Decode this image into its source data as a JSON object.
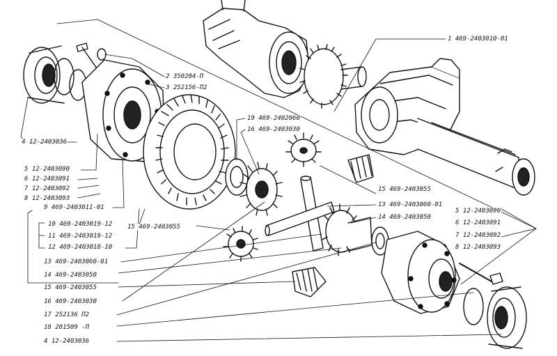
{
  "callouts": [
    {
      "id": "c1",
      "text": "1  469-2403010-01"
    },
    {
      "id": "c2",
      "text": "2  350204-П"
    },
    {
      "id": "c3",
      "text": "3  252156-П2"
    },
    {
      "id": "c4a",
      "text": "4  12-2403036"
    },
    {
      "id": "c5a",
      "text": "5  12-2403090"
    },
    {
      "id": "c6a",
      "text": "6  12-2403091"
    },
    {
      "id": "c7a",
      "text": "7  12-2403092"
    },
    {
      "id": "c8a",
      "text": "8  12-2403093"
    },
    {
      "id": "c9",
      "text": "9  469-2403011-01"
    },
    {
      "id": "c10",
      "text": "10  469-2403019-12"
    },
    {
      "id": "c11",
      "text": "11  469-2403019-12"
    },
    {
      "id": "c12",
      "text": "12  469-2403018-10"
    },
    {
      "id": "c13a",
      "text": "13  469-2403060-01"
    },
    {
      "id": "c14a",
      "text": "14  469-2403050"
    },
    {
      "id": "c15a",
      "text": "15  469-2403055"
    },
    {
      "id": "c16a",
      "text": "16  469-2403030"
    },
    {
      "id": "c17",
      "text": "17  252136  П2"
    },
    {
      "id": "c18",
      "text": "18  201509 -П"
    },
    {
      "id": "c4b",
      "text": "4  12-2403036"
    },
    {
      "id": "c19",
      "text": "19  469-2402060"
    },
    {
      "id": "c16b",
      "text": "16  469-2403030"
    },
    {
      "id": "c15b",
      "text": "15  469-2403055"
    },
    {
      "id": "c13b",
      "text": "13  469-2403060-01"
    },
    {
      "id": "c14b",
      "text": "14  469-2403050"
    },
    {
      "id": "c15c",
      "text": "15  469-2403055"
    },
    {
      "id": "c5b",
      "text": "5  12-2403090"
    },
    {
      "id": "c6b",
      "text": "6  12-2403091"
    },
    {
      "id": "c7b",
      "text": "7  12-2403092"
    },
    {
      "id": "c8b",
      "text": "8  12-2403093"
    }
  ]
}
